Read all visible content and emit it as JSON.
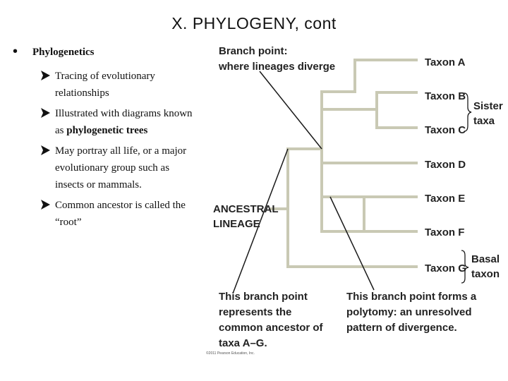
{
  "title": "X.  PHYLOGENY, cont",
  "bullet": {
    "label": "Phylogenetics",
    "items": [
      {
        "text": "Tracing of evolutionary relationships"
      },
      {
        "text": "Illustrated with diagrams known as ",
        "bold": "phylogenetic trees"
      },
      {
        "text": "May portray all life, or a major evolutionary group such as insects or mammals."
      },
      {
        "text": "Common ancestor is called the “root”"
      }
    ]
  },
  "diagram": {
    "branch_point_label": [
      "Branch point:",
      "where lineages diverge"
    ],
    "ancestral_label": [
      "ANCESTRAL",
      "LINEAGE"
    ],
    "taxa": [
      "Taxon A",
      "Taxon B",
      "Taxon C",
      "Taxon D",
      "Taxon E",
      "Taxon F",
      "Taxon G"
    ],
    "sister_label": [
      "Sister",
      "taxa"
    ],
    "basal_label": [
      "Basal",
      "taxon"
    ],
    "root_note": [
      "This branch point",
      "represents the",
      "common ancestor of",
      "taxa A–G."
    ],
    "polytomy_note": [
      "This branch point forms a",
      "polytomy: an unresolved",
      "pattern of divergence."
    ],
    "copyright": "©2011 Pearson Education, Inc.",
    "branch_color": "#c9c9b4",
    "pointer_color": "#1a1a1a"
  }
}
